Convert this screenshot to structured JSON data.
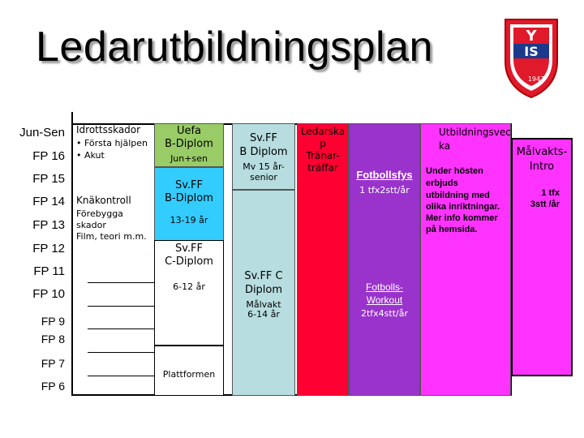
{
  "title": "Ledarutbildningsplan",
  "logo": {
    "letters_top": "Y",
    "letters_mid": "IS",
    "year": "1947"
  },
  "rows": [
    "Jun-Sen",
    "FP 16",
    "FP 15",
    "FP 14",
    "FP 13",
    "FP 12",
    "FP 11",
    "FP 10",
    "FP 9",
    "FP 8",
    "FP 7",
    "FP 6"
  ],
  "col1": {
    "heading": "Idrottsskador",
    "bullet1": "• Första hjälpen",
    "bullet2": "• Akut",
    "knee": "Knäkontroll",
    "line1": "Förebygga",
    "line2": "skador",
    "line3": "Film, teori m.m."
  },
  "uefa": {
    "line1": "Uefa",
    "line2": "B-Diplom",
    "sub": "Jun+sen"
  },
  "svff_b": {
    "line1": "Sv.FF",
    "line2": "B-Diplom",
    "sub": "13-19 år"
  },
  "svff_c": {
    "line1": "Sv.FF",
    "line2": "C-Diplom",
    "sub": "6-12 år"
  },
  "plattformen": "Plattformen",
  "svff_b_senior": {
    "line1": "Sv.FF",
    "line2": "B Diplom",
    "sub1": "Mv 15 år-",
    "sub2": "senior"
  },
  "svff_c_mv": {
    "line1": "Sv.FF C",
    "line2": "Diplom",
    "sub1": "Målvakt",
    "sub2": "6-14 år"
  },
  "ledarska": {
    "line1": "Ledarska",
    "line2": "p",
    "line3": "Tränar-",
    "line4": "träffar"
  },
  "fotbollsfys": {
    "title": "Fotbollsfys",
    "sub": "1 tfx2stt/år"
  },
  "workout": {
    "line1": "Fotbolls-",
    "line2": "Workout",
    "sub": "2tfx4stt/år"
  },
  "utbildning": {
    "line1": "Utbildningsvec",
    "line2": "ka",
    "detail": [
      "Under hösten",
      "erbjuds",
      "utbildning med",
      "olika inriktningar.",
      "Mer info kommer",
      "på hemsida."
    ]
  },
  "malvakt": {
    "line1": "Målvakts-",
    "line2": "Intro",
    "sub1": "1 tfx",
    "sub2": "3stt /år"
  },
  "colors": {
    "green": "#99cc66",
    "blue": "#33ccff",
    "lightblue": "#b7dde0",
    "red": "#ff0033",
    "purple": "#9933cc",
    "magenta": "#ff33ff",
    "brand_red": "#e0192b"
  }
}
